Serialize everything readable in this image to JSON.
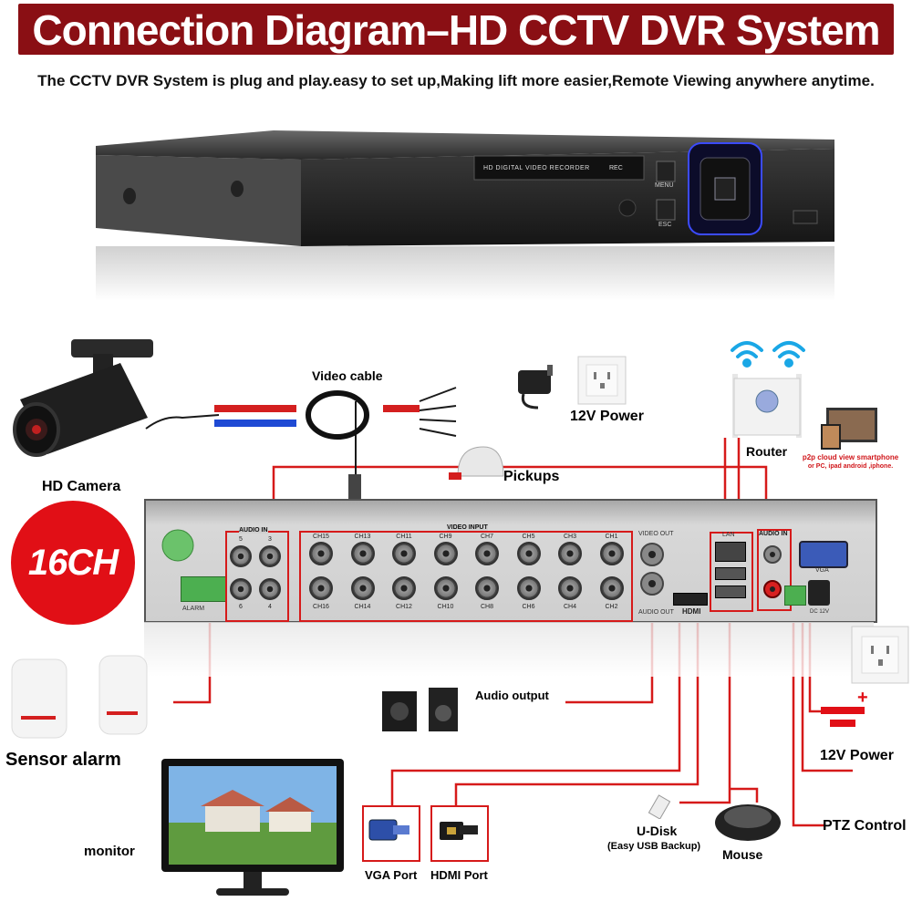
{
  "header": {
    "title": "Connection Diagram–HD CCTV DVR System",
    "subtitle": "The CCTV DVR System is plug and play.easy to set up,Making lift more easier,Remote Viewing anywhere anytime."
  },
  "dvr_front": {
    "display_label": "HD DIGITAL VIDEO RECORDER",
    "rec_label": "REC",
    "menu_label": "MENU",
    "esc_label": "ESC"
  },
  "badge": {
    "label": "16CH"
  },
  "labels": {
    "video_cable": "Video cable",
    "power_top": "12V Power",
    "router": "Router",
    "p2p_line1": "p2p cloud  view smartphone",
    "p2p_line2": "or PC, ipad android ,iphone.",
    "hd_camera": "HD Camera",
    "pickups": "Pickups",
    "audio_output": "Audio output",
    "sensor_alarm": "Sensor alarm",
    "power_right": "12V Power",
    "monitor": "monitor",
    "vga_port": "VGA Port",
    "hdmi_port": "HDMI Port",
    "udisk": "U-Disk",
    "udisk_note": "(Easy USB Backup)",
    "mouse": "Mouse",
    "ptz_control": "PTZ Control"
  },
  "dvr_rear": {
    "audio_in_label": "AUDIO IN",
    "video_input_label": "VIDEO INPUT",
    "video_out_label": "VIDEO OUT",
    "audio_out_label": "AUDIO OUT",
    "lan_label": "LAN",
    "audio_in_right_label": "AUDIO IN",
    "vga_label": "VGA",
    "hdmi_label": "HDMI",
    "dc_label": "DC 12V",
    "alarm_label": "ALARM",
    "audio_in_channels_top": [
      "5",
      "3"
    ],
    "audio_in_channels_bottom": [
      "6",
      "4"
    ],
    "video_channels_top": [
      "CH15",
      "CH13",
      "CH11",
      "CH9",
      "CH7",
      "CH5",
      "CH3",
      "CH1"
    ],
    "video_channels_bottom": [
      "CH16",
      "CH14",
      "CH12",
      "CH10",
      "CH8",
      "CH6",
      "CH4",
      "CH2"
    ]
  },
  "colors": {
    "banner": "#8a0f14",
    "badge": "#e10f16",
    "wire": "#d61a1a",
    "wifi": "#1aa7e6"
  },
  "icons": [
    "wifi-icon",
    "outlet-icon",
    "dc-symbol-icon"
  ]
}
